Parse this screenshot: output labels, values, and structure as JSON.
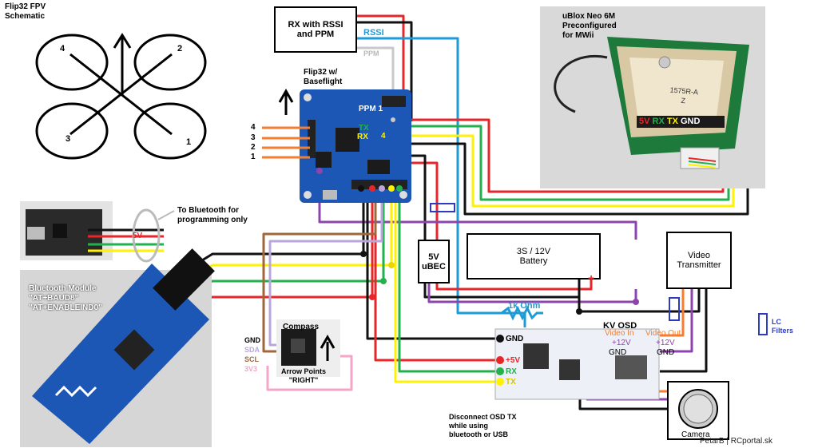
{
  "quad": {
    "title": "Flip32 FPV\nSchematic",
    "motor_labels": [
      "4",
      "2",
      "3",
      "1"
    ]
  },
  "rx": {
    "label": "RX with RSSI\nand PPM",
    "rssi_label": "RSSI",
    "ppm_label": "PPM"
  },
  "fc": {
    "label": "Flip32 w/\nBaseflight",
    "ppm_pin_label": "PPM 1",
    "tx_label": "TX",
    "rx_label": "RX",
    "rx_pin": "4",
    "motor_pins": [
      "4",
      "3",
      "2",
      "1"
    ]
  },
  "gps": {
    "label": "uBlox Neo 6M\nPreconfigured\nfor MWii",
    "antenna_marking": "1575R-A\nZ",
    "pins": [
      {
        "name": "5V",
        "color": "#e8262a"
      },
      {
        "name": "RX",
        "color": "#22b14c"
      },
      {
        "name": "TX",
        "color": "#fff200"
      },
      {
        "name": "GND",
        "color": "#ffffff"
      }
    ]
  },
  "bluetooth": {
    "note": "To Bluetooth for\nprogramming only",
    "voltage_label": "5V",
    "module_label": "Bluetooth Module\n\"AT+BAUD8\"\n\"AT+ENABLEIND0\""
  },
  "ubec": {
    "label": "5V\nuBEC"
  },
  "battery": {
    "label": "3S / 12V\nBattery",
    "minus": "−",
    "plus": "+"
  },
  "vtx": {
    "label": "Video\nTransmitter"
  },
  "lc_filter": {
    "label": "LC\nFilters"
  },
  "resistor": {
    "label": "1k Ohm"
  },
  "osd": {
    "label": "KV OSD",
    "pins": [
      "GND",
      "+5V",
      "RX",
      "TX"
    ],
    "video_in": "Video In",
    "video_out": "Video Out",
    "v12_left": "+12V",
    "v12_right": "+12V",
    "gnd_left": "GND",
    "gnd_right": "GND",
    "note": "Disconnect OSD TX\nwhile using\nbluetooth or USB"
  },
  "compass": {
    "label": "Compass",
    "pins": [
      "GND",
      "SDA",
      "SCL",
      "3V3"
    ],
    "note": "Arrow Points\n\"RIGHT\""
  },
  "camera": {
    "label": "Camera"
  },
  "credit": "PetarB | RCportal.sk",
  "colors": {
    "red": "#e8262a",
    "black": "#111111",
    "green": "#22b14c",
    "yellow": "#fff200",
    "orange": "#f47d30",
    "purple": "#8e44ad",
    "blue": "#1e9bd7",
    "brown": "#a0673a",
    "lavender": "#b9a7dc",
    "pink": "#f4a6c8",
    "grey": "#c8c8c8",
    "filter_blue": "#2c3cc0"
  }
}
